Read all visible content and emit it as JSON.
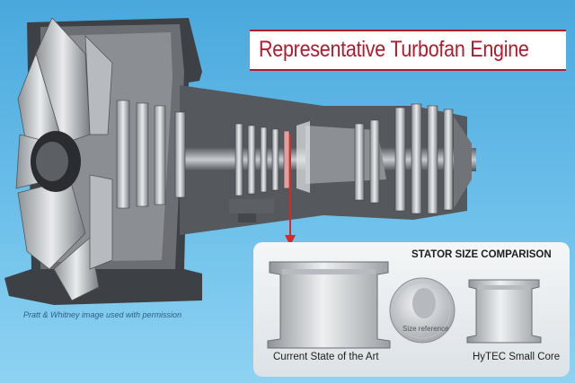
{
  "title": "Representative Turbofan Engine",
  "credit": "Pratt & Whitney image used with permission",
  "comparison": {
    "heading": "STATOR SIZE COMPARISON",
    "current_label": "Current State of the Art",
    "hytec_label": "HyTEC Small Core",
    "coin_label": "Size reference"
  },
  "colors": {
    "title_red": "#b01c2e",
    "sky_blue": "#5ab4e4",
    "arrow_red": "#d8282a"
  }
}
